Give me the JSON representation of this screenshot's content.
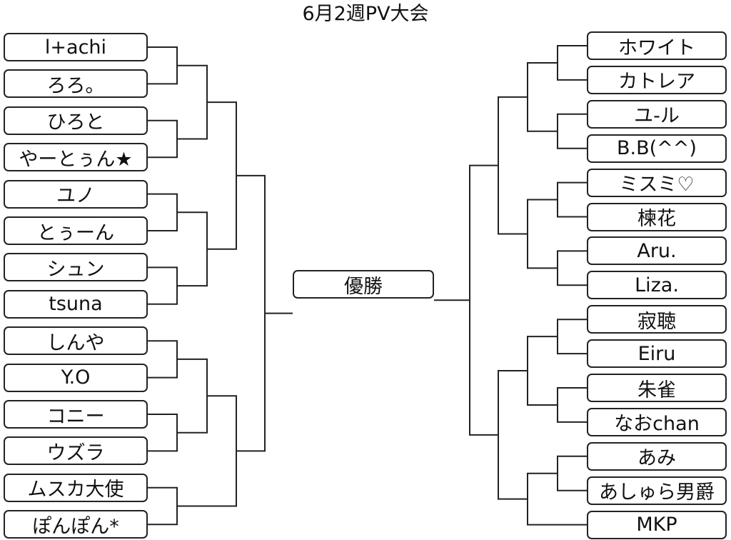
{
  "title": "6月2週PV大会",
  "final_label": "優勝",
  "left_entrants": [
    "l+achi",
    "ろろ。",
    "ひろと",
    "やーとぅん★",
    "ユノ",
    "とぅーん",
    "シュン",
    "tsuna",
    "しんや",
    "Y.O",
    "コニー",
    "ウズラ",
    "ムスカ大使",
    "ぽんぽん*"
  ],
  "right_entrants": [
    "ホワイト",
    "カトレア",
    "ユ-ル",
    "B.B(^^)",
    "ミスミ♡",
    "楝花",
    "Aru.",
    "Liza.",
    "寂聴",
    "Eiru",
    "朱雀",
    "なおchan",
    "あみ",
    "あしゅら男爵",
    "MKP"
  ]
}
